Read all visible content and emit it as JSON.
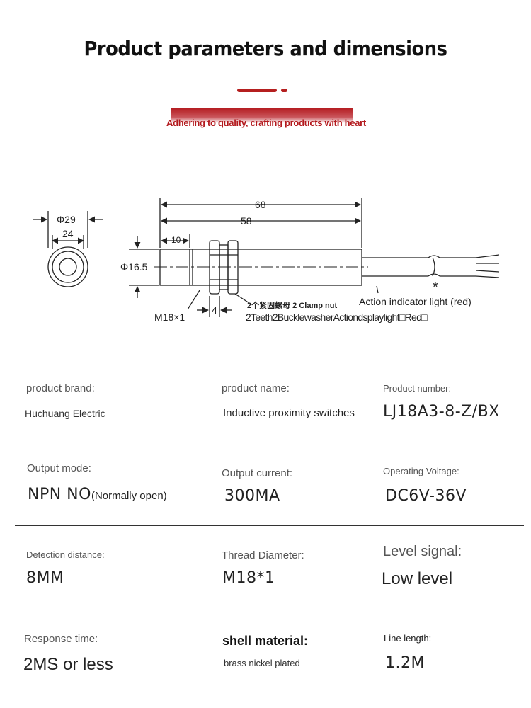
{
  "header": {
    "title": "Product parameters and dimensions",
    "slogan": "Adhering to quality, crafting products with heart",
    "accent_color": "#b51f1f"
  },
  "drawing": {
    "dim_outer_diameter": "Φ29",
    "dim_flat": "24",
    "dim_total_length": "68",
    "dim_thread_length": "58",
    "dim_front": "10",
    "dim_body_diameter": "Φ16.5",
    "dim_nut": "4",
    "thread_spec": "M18×1",
    "clamp_nut_label": "2个紧固螺母 2 Clamp nut",
    "indicator_label": "Action indicator light (red)",
    "indicator_mark": "*",
    "washer_label": "2Teeth2BucklewasherActiondsplaylight□Red□"
  },
  "specs": [
    {
      "label": "product brand:",
      "value": "Huchuang Electric"
    },
    {
      "label": "product name:",
      "value": "Inductive proximity switches"
    },
    {
      "label": "Product number:",
      "value": "LJ18A3-8-Z/BX"
    },
    {
      "label": "Output mode:",
      "value": "NPN NO",
      "note": "(Normally open)"
    },
    {
      "label": "Output current:",
      "value": "300MA"
    },
    {
      "label": "Operating Voltage:",
      "value": "DC6V-36V"
    },
    {
      "label": "Detection distance:",
      "value": "8MM"
    },
    {
      "label": "Thread Diameter:",
      "value": "M18*1"
    },
    {
      "label": "Level signal:",
      "value": "Low level"
    },
    {
      "label": "Response time:",
      "value": "2MS or less"
    },
    {
      "label": "shell material:",
      "value": "brass nickel plated"
    },
    {
      "label": "Line length:",
      "value": "1.2M"
    }
  ]
}
